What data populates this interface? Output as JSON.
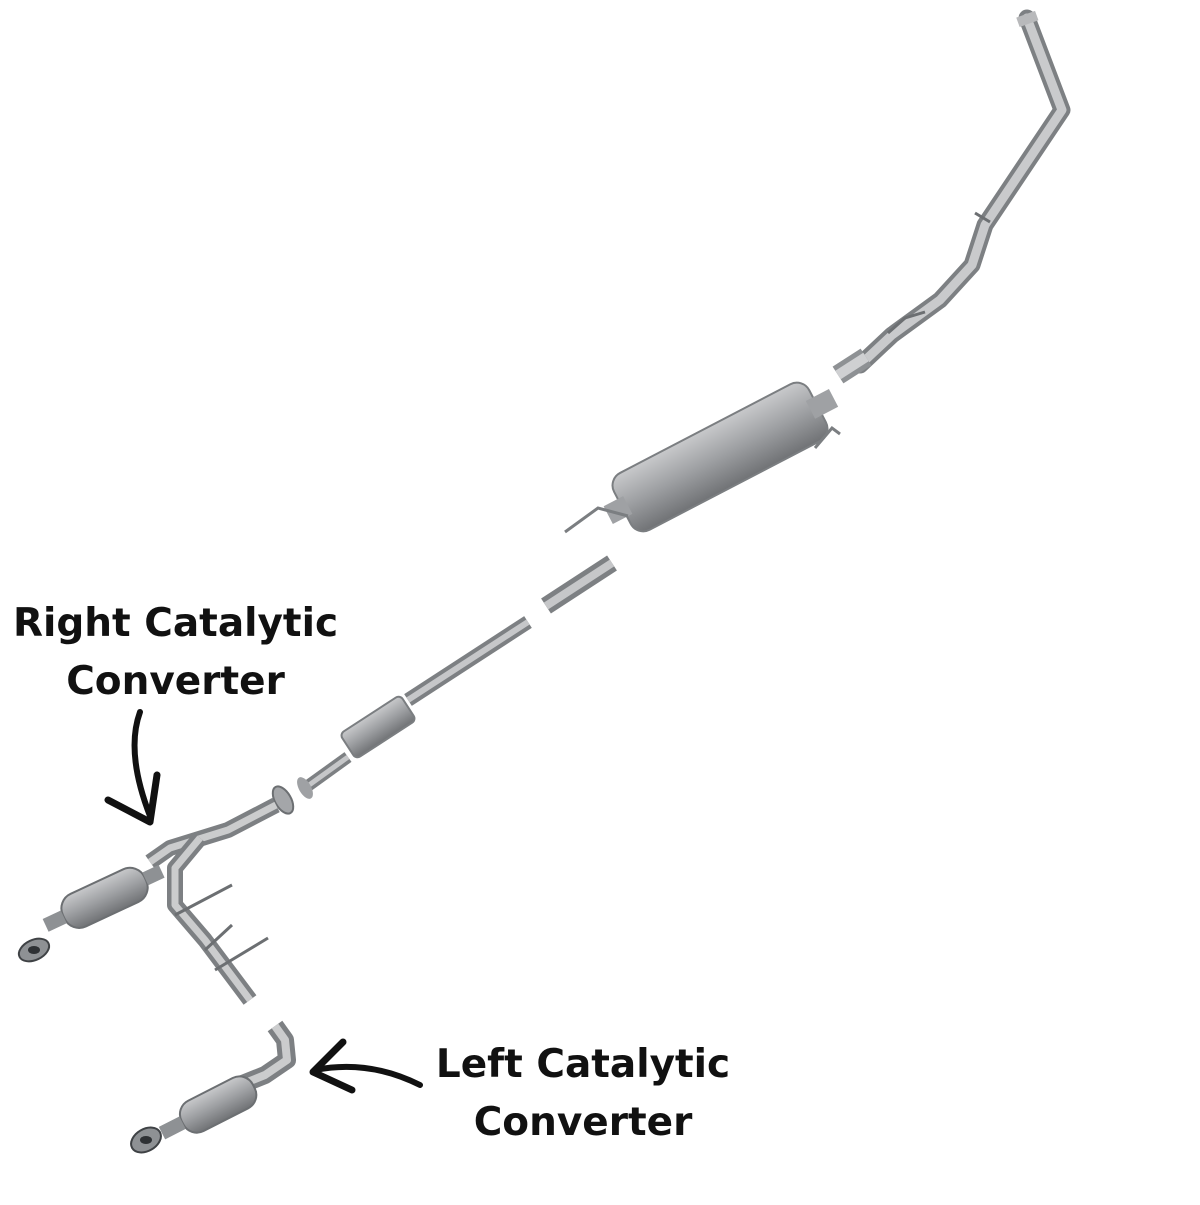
{
  "callouts": {
    "right_catalytic_converter": {
      "lines": [
        "Right Catalytic",
        "Converter"
      ]
    },
    "left_catalytic_converter": {
      "lines": [
        "Left Catalytic",
        "Converter"
      ]
    }
  },
  "icons": [
    "curved-arrow-icon",
    "curved-arrow-icon"
  ],
  "colors": {
    "pipe": "#a9abae",
    "pipe_dark": "#6e7174",
    "pipe_light": "#d7d8da",
    "text": "#111111",
    "background": "#ffffff"
  }
}
